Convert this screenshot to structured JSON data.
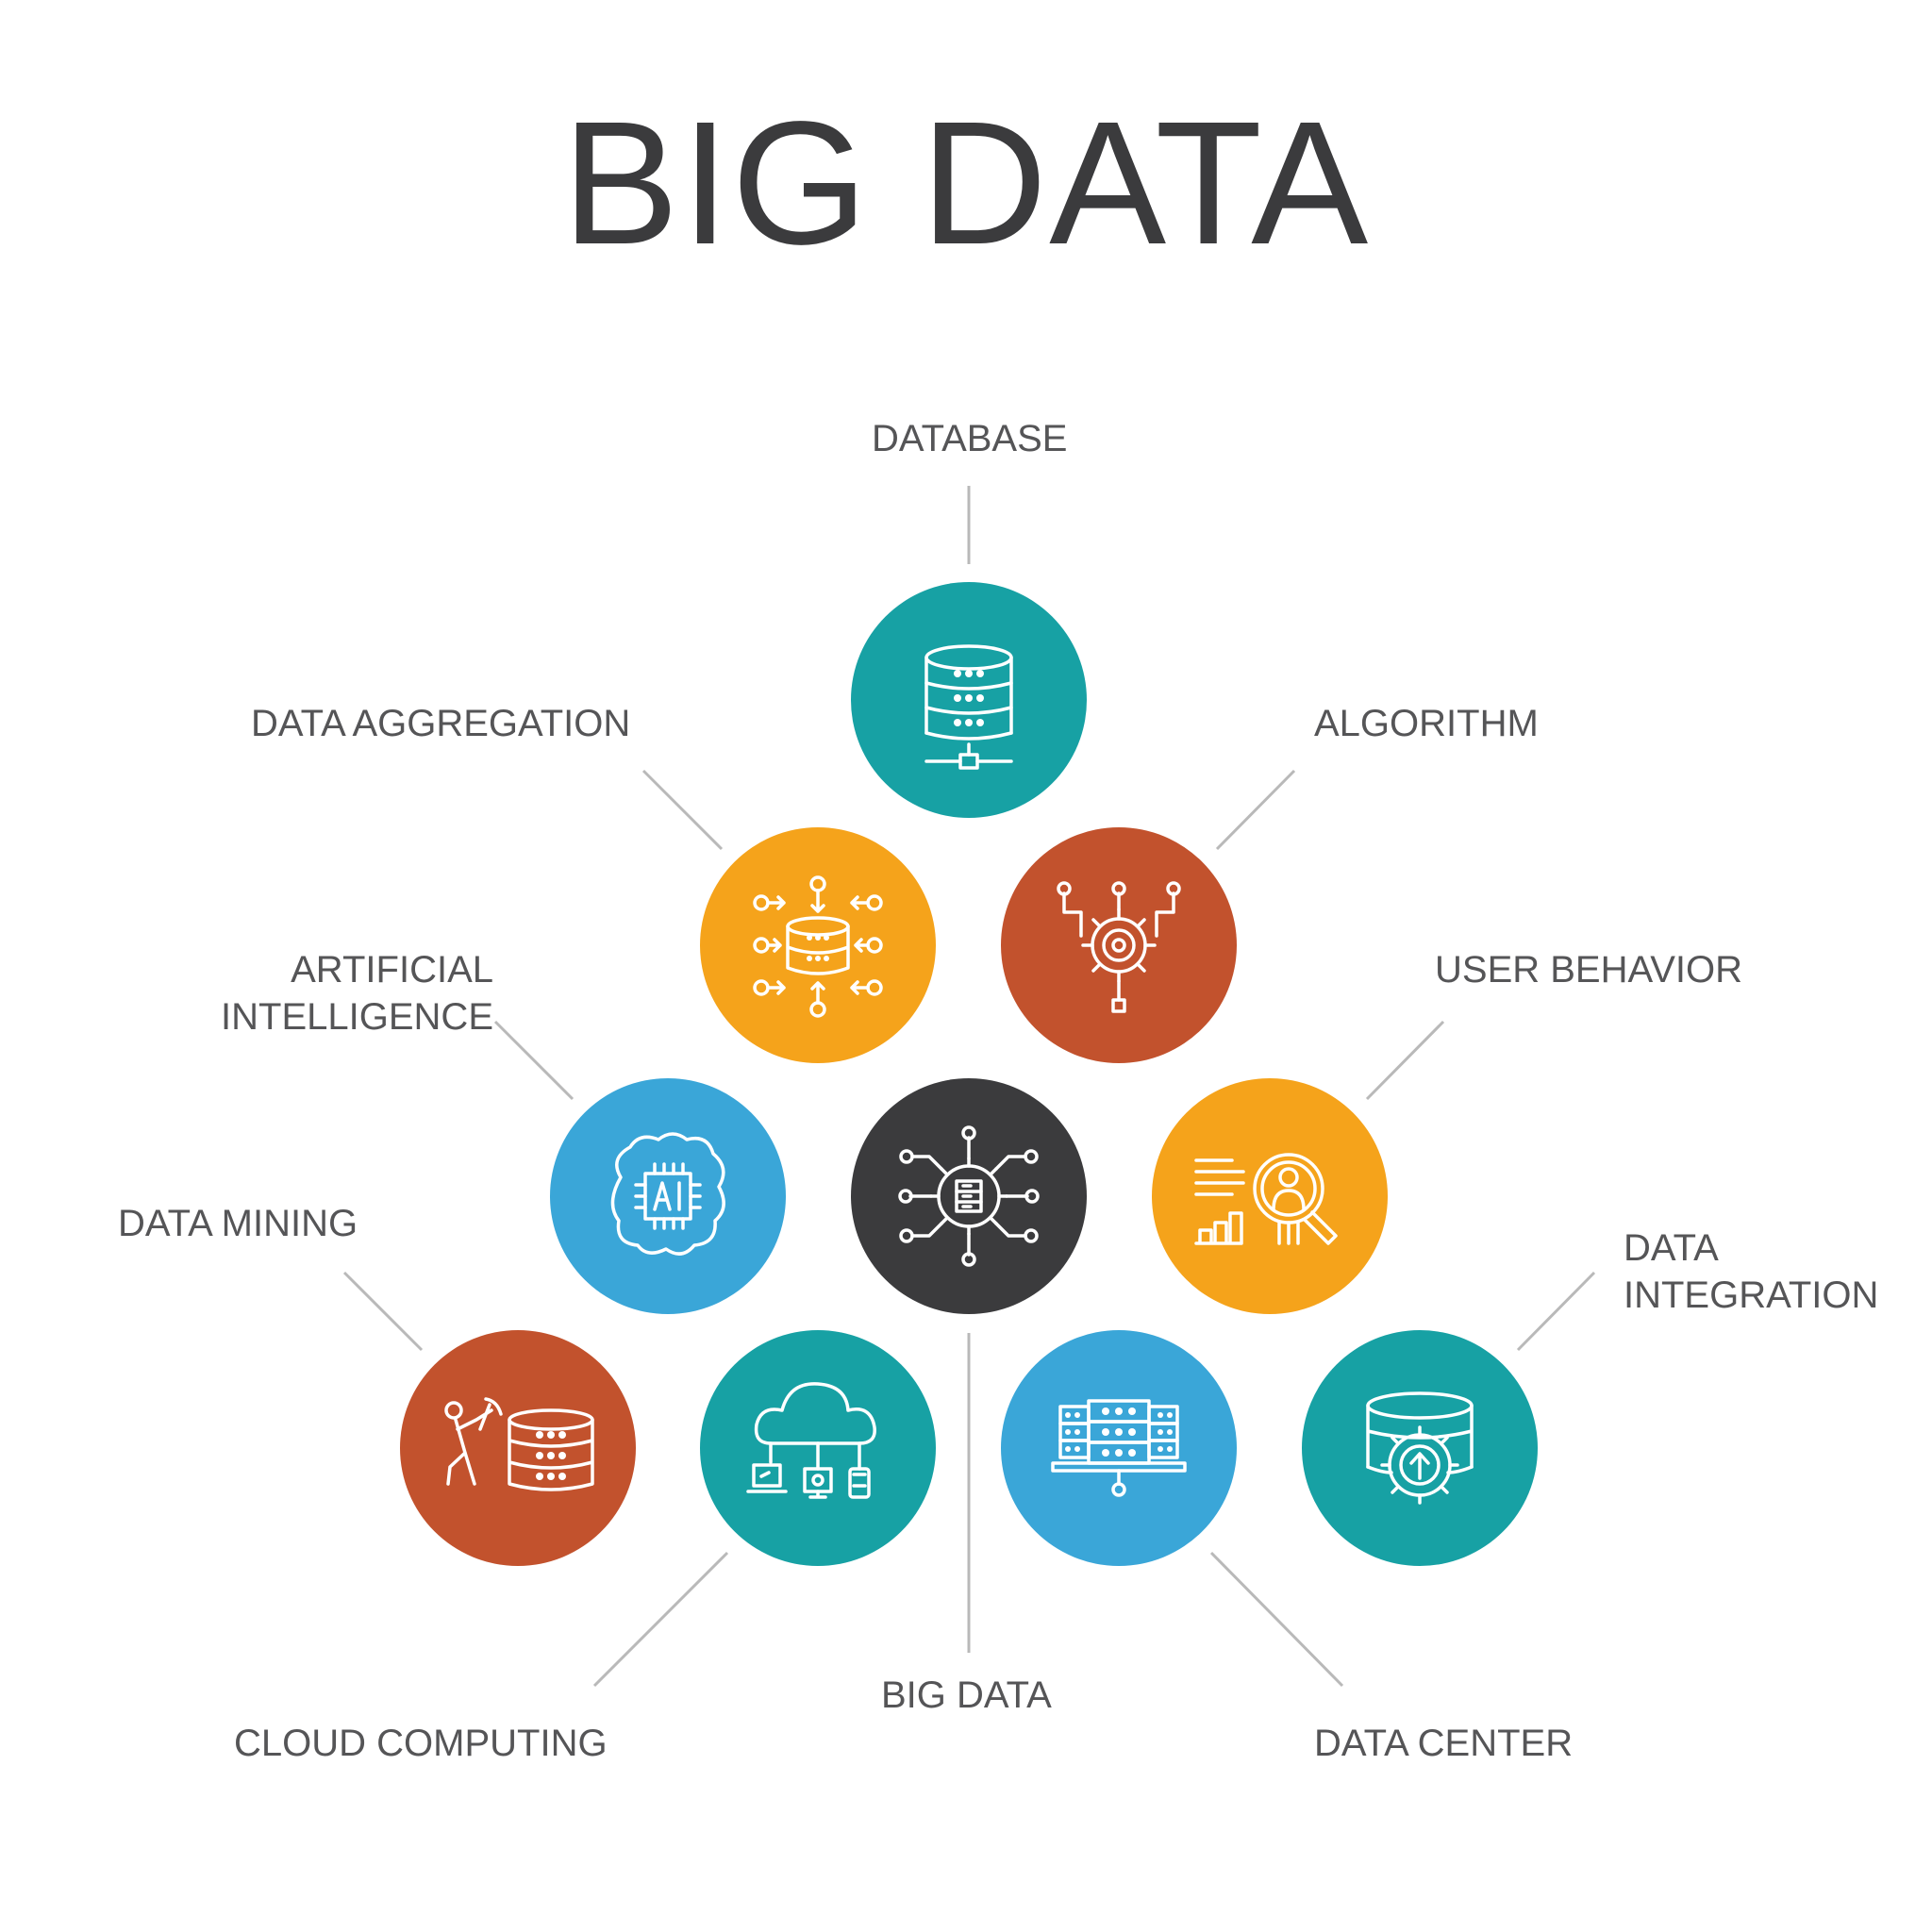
{
  "title": "BIG DATA",
  "colors": {
    "teal": "#17a1a4",
    "orange": "#f5a31b",
    "rust": "#c2522d",
    "blue": "#3aa6d8",
    "dark": "#3b3b3d",
    "line": "#b9b9b9",
    "text": "#555557"
  },
  "labels": {
    "database": "DATABASE",
    "data_aggregation": "DATA AGGREGATION",
    "algorithm": "ALGORITHM",
    "artificial_intelligence_1": "ARTIFICIAL",
    "artificial_intelligence_2": "INTELLIGENCE",
    "user_behavior": "USER BEHAVIOR",
    "data_mining": "DATA MINING",
    "data_integration_1": "DATA",
    "data_integration_2": "INTEGRATION",
    "cloud_computing": "CLOUD COMPUTING",
    "big_data": "BIG DATA",
    "data_center": "DATA CENTER"
  },
  "icons": {
    "database": "database-server-icon",
    "data_aggregation": "data-aggregation-icon",
    "algorithm": "algorithm-gear-icon",
    "artificial_intelligence": "ai-chip-brain-icon",
    "big_data": "big-data-network-icon",
    "user_behavior": "user-behavior-magnifier-icon",
    "data_mining": "data-mining-icon",
    "cloud_computing": "cloud-computing-icon",
    "data_center": "data-center-icon",
    "data_integration": "data-integration-icon"
  }
}
